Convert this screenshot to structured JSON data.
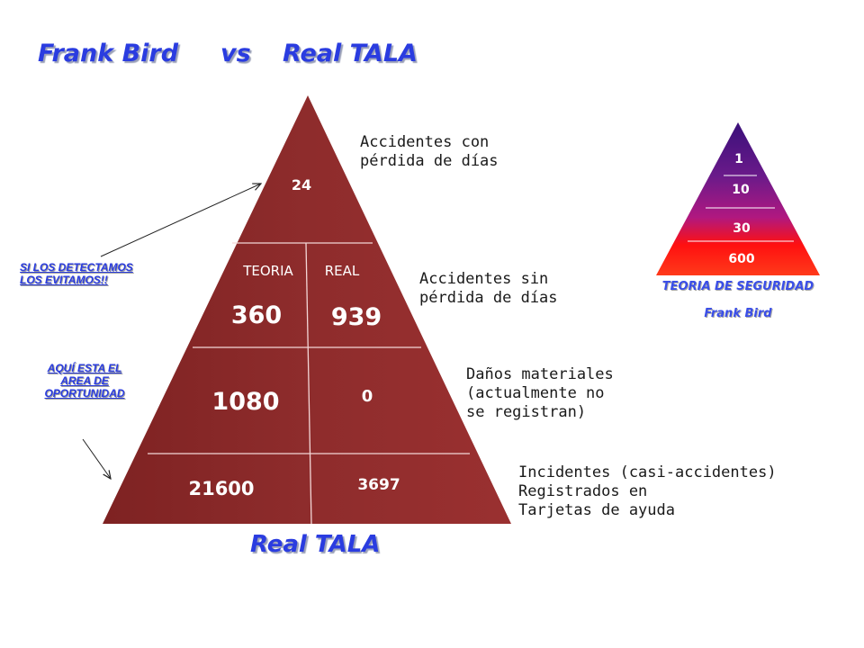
{
  "title": {
    "left": "Frank Bird",
    "middle": "vs",
    "right": "Real TALA"
  },
  "main_pyramid": {
    "caption": "Real TALA",
    "top_value": "24",
    "column_headers": {
      "teoria": "TEORIA",
      "real": "REAL"
    },
    "rows": [
      {
        "teoria": "360",
        "real": "939"
      },
      {
        "teoria": "1080",
        "real": "0"
      },
      {
        "teoria": "21600",
        "real": "3697"
      }
    ],
    "level_descriptions": [
      [
        "Accidentes con",
        "pérdida de días"
      ],
      [
        "Accidentes sin",
        "pérdida de días"
      ],
      [
        "Daños materiales",
        "(actualmente no",
        "se registran)"
      ],
      [
        "Incidentes (casi-accidentes)",
        "Registrados en",
        "Tarjetas de ayuda"
      ]
    ],
    "fill_color": "#8b2a2a"
  },
  "side_notes": {
    "detect": [
      "SI LOS DETECTAMOS",
      "LOS EVITAMOS!!"
    ],
    "opportunity": [
      "AQUÍ ESTA EL",
      "AREA DE",
      "OPORTUNIDAD"
    ]
  },
  "frank_bird_pyramid": {
    "levels": [
      "1",
      "10",
      "30",
      "600"
    ],
    "caption_line1": "TEORIA DE SEGURIDAD",
    "caption_line2": "Frank Bird"
  },
  "colors": {
    "title_blue": "#2a3ce0",
    "pyramid_red": "#8b2a2a"
  }
}
